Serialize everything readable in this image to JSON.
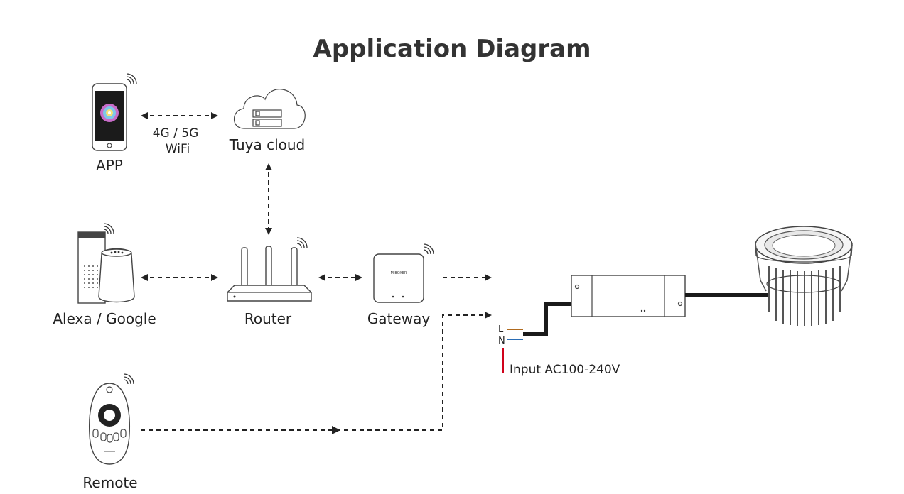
{
  "title": "Application Diagram",
  "nodes": {
    "app": "APP",
    "cloud": "Tuya cloud",
    "voice": "Alexa / Google",
    "router": "Router",
    "gateway": "Gateway",
    "remote": "Remote"
  },
  "links": {
    "app_cloud_line1": "4G / 5G",
    "app_cloud_line2": "WiFi"
  },
  "wiring": {
    "live": "L",
    "neutral": "N",
    "input": "Input AC100-240V"
  },
  "gateway_brand": "MIBOXER"
}
